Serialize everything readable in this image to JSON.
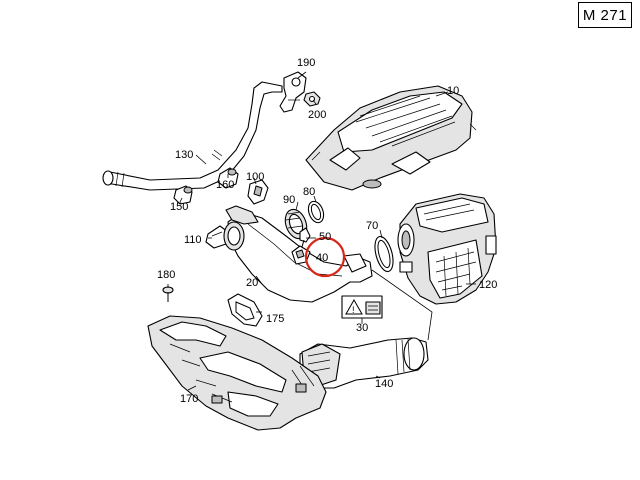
{
  "model_code": "M 271",
  "highlight_color": "#d62718",
  "highlighted_part": "40",
  "parts": {
    "p10": "10",
    "p20": "20",
    "p30": "30",
    "p40": "40",
    "p50": "50",
    "p70": "70",
    "p80": "80",
    "p90": "90",
    "p100": "100",
    "p110": "110",
    "p120": "120",
    "p130": "130",
    "p140": "140",
    "p150": "150",
    "p160": "160",
    "p170": "170",
    "p175": "175",
    "p180": "180",
    "p190": "190",
    "p200": "200"
  }
}
